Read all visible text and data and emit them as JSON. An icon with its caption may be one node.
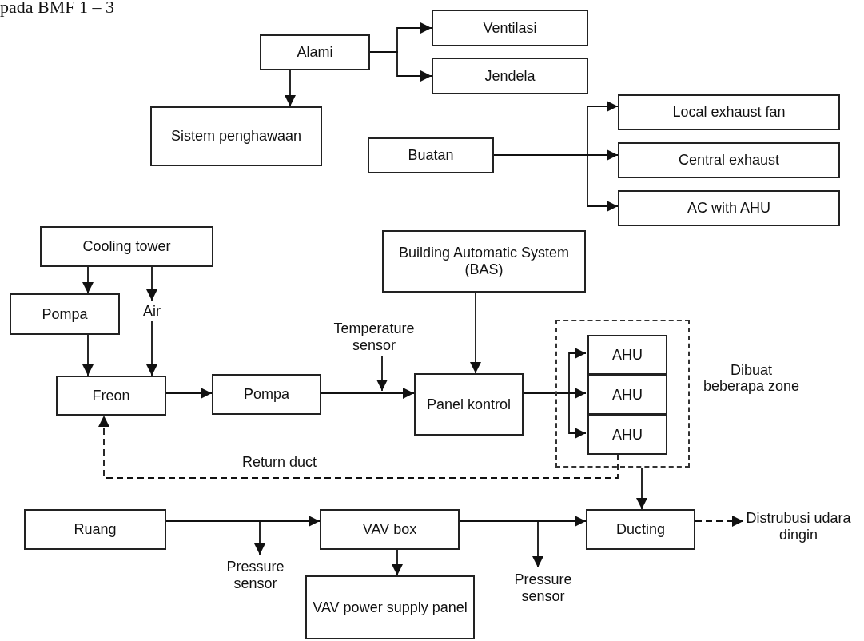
{
  "diagram": {
    "nodes": [
      {
        "text": [
          "Alami"
        ]
      },
      {
        "text": [
          "Ventilasi"
        ]
      },
      {
        "text": [
          "Jendela"
        ]
      },
      {
        "text": [
          "Sistem penghawaan"
        ]
      },
      {
        "text": [
          "Buatan"
        ]
      },
      {
        "text": [
          "Local exhaust fan"
        ]
      },
      {
        "text": [
          "Central exhaust"
        ]
      },
      {
        "text": [
          "AC with AHU"
        ]
      },
      {
        "text": [
          "Cooling tower"
        ]
      },
      {
        "text": [
          "Pompa"
        ]
      },
      {
        "text": [
          "Air"
        ]
      },
      {
        "text": [
          "Freon"
        ]
      },
      {
        "text": [
          "Pompa"
        ]
      },
      {
        "text": [
          "Temperature sensor"
        ]
      },
      {
        "text": [
          "Building Automatic System (BAS)"
        ]
      },
      {
        "text": [
          "Panel kontrol"
        ]
      },
      {
        "text": [],
        "shape": "box",
        "beside": [
          "Dibuat beberapa zone"
        ]
      },
      {
        "text": [
          "AHU"
        ],
        "in": 16
      },
      {
        "text": [
          "AHU"
        ],
        "in": 16
      },
      {
        "text": [
          "AHU"
        ],
        "in": 16
      },
      {
        "text": [
          "Ruang"
        ]
      },
      {
        "text": [
          "VAV box"
        ]
      },
      {
        "text": [
          "VAV power supply panel"
        ]
      },
      {
        "text": [
          "Ducting"
        ]
      },
      {
        "text": [
          "Distrubusi udara dingin"
        ]
      },
      {
        "text": [
          "Pressure sensor"
        ]
      },
      {
        "text": [
          "Pressure sensor"
        ]
      }
    ],
    "edges": [
      {
        "from": 0,
        "to": 1,
        "arrow": "to"
      },
      {
        "from": 0,
        "to": 2,
        "arrow": "to"
      },
      {
        "from": 0,
        "to": 3,
        "arrow": "to"
      },
      {
        "from": 4,
        "to": 5,
        "arrow": "to"
      },
      {
        "from": 4,
        "to": 6,
        "arrow": "to"
      },
      {
        "from": 4,
        "to": 7,
        "arrow": "to"
      },
      {
        "from": 8,
        "to": 9,
        "arrow": "to"
      },
      {
        "from": 8,
        "to": 10,
        "arrow": "to"
      },
      {
        "from": 9,
        "to": 11,
        "arrow": "to"
      },
      {
        "from": 10,
        "to": 11,
        "arrow": "to"
      },
      {
        "from": 11,
        "to": 12,
        "arrow": "to"
      },
      {
        "from": 12,
        "to": 15,
        "arrow": "to"
      },
      {
        "from": 13,
        "to": null,
        "arrow": "to"
      },
      {
        "from": 14,
        "to": 15,
        "arrow": "to"
      },
      {
        "from": 15,
        "to": 17,
        "arrow": "to"
      },
      {
        "from": 15,
        "to": 18,
        "arrow": "to"
      },
      {
        "from": 15,
        "to": 19,
        "arrow": "to"
      },
      {
        "from": 19,
        "to": 11,
        "arrow": "to",
        "label": "Return duct",
        "style": "dashed"
      },
      {
        "from": 16,
        "to": 23,
        "arrow": "to"
      },
      {
        "from": 20,
        "to": 21,
        "arrow": "to"
      },
      {
        "from": 20,
        "to": 25,
        "arrow": "to"
      },
      {
        "from": 21,
        "to": 23,
        "arrow": "to"
      },
      {
        "from": 21,
        "to": 26,
        "arrow": "to"
      },
      {
        "from": 21,
        "to": 22,
        "arrow": "to"
      },
      {
        "from": 23,
        "to": 24,
        "arrow": "to",
        "style": "dashed"
      }
    ],
    "labels": [
      "pada BMF 1 – 3"
    ]
  }
}
